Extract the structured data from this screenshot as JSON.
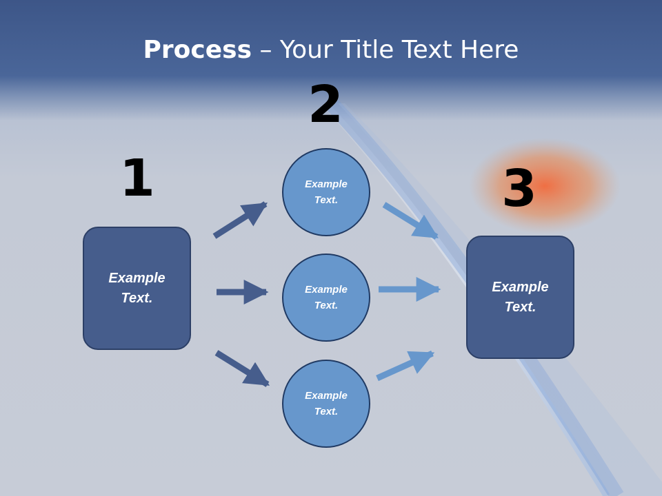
{
  "title": {
    "bold": "Process",
    "rest": " – Your Title Text Here"
  },
  "steps": [
    "1",
    "2",
    "3"
  ],
  "left_box": {
    "text": "Example\nText."
  },
  "circles": [
    {
      "text": "Example\nText."
    },
    {
      "text": "Example\nText."
    },
    {
      "text": "Example\nText."
    }
  ],
  "right_box": {
    "text": "Example\nText."
  },
  "colors": {
    "box": "#465d8c",
    "circle": "#6797cc",
    "arrow_left": "#465d8c",
    "arrow_right": "#6797cc"
  }
}
